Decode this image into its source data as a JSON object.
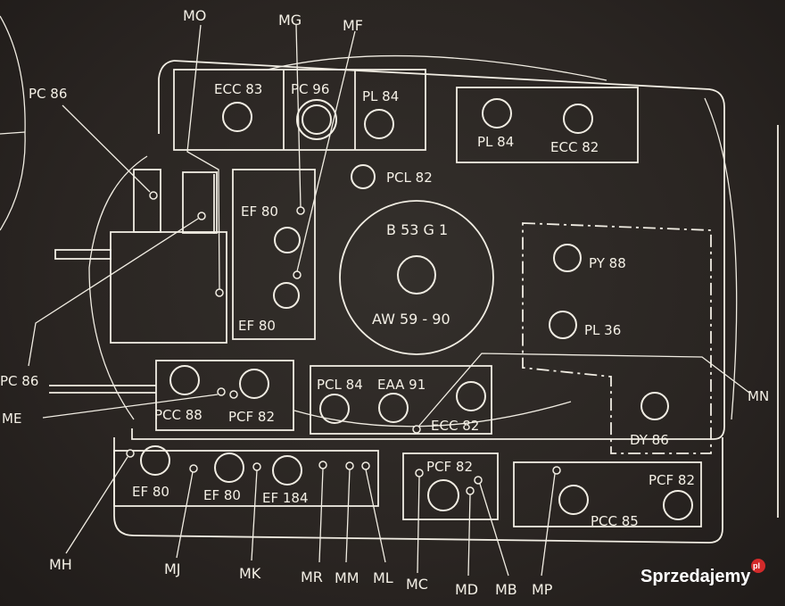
{
  "tubes": {
    "ecc83": "ECC 83",
    "pc96": "PC 96",
    "pl84_top": "PL 84",
    "pl84_right": "PL 84",
    "ecc82_top": "ECC 82",
    "pcl82": "PCL 82",
    "ef80_a": "EF 80",
    "ef80_b": "EF 80",
    "crt_type": "B 53 G 1",
    "crt_model": "AW 59 - 90",
    "py88": "PY 88",
    "pl36": "PL 36",
    "pcc88": "PCC 88",
    "pcf82_left": "PCF 82",
    "pcl84": "PCL 84",
    "eaa91": "EAA 91",
    "ecc82_mid": "ECC 82",
    "dy86": "DY 86",
    "ef80_c": "EF 80",
    "ef80_d": "EF 80",
    "ef184": "EF 184",
    "pcf82_mc": "PCF 82",
    "pcf82_right": "PCF 82",
    "pcc85": "PCC 85"
  },
  "points": {
    "mo": "MO",
    "mg": "MG",
    "mf": "MF",
    "pc86_top": "PC 86",
    "pc86_left": "PC 86",
    "me": "ME",
    "mn": "MN",
    "mh": "MH",
    "mj": "MJ",
    "mk": "MK",
    "mr": "MR",
    "mm": "MM",
    "ml": "ML",
    "mc": "MC",
    "md": "MD",
    "mb": "MB",
    "mp": "MP"
  },
  "watermark": {
    "text": "Sprzedajemy",
    "badge": "pl"
  },
  "colors": {
    "background": "#2b2623",
    "ink": "#f1ede3",
    "badge": "#d22a2a"
  }
}
